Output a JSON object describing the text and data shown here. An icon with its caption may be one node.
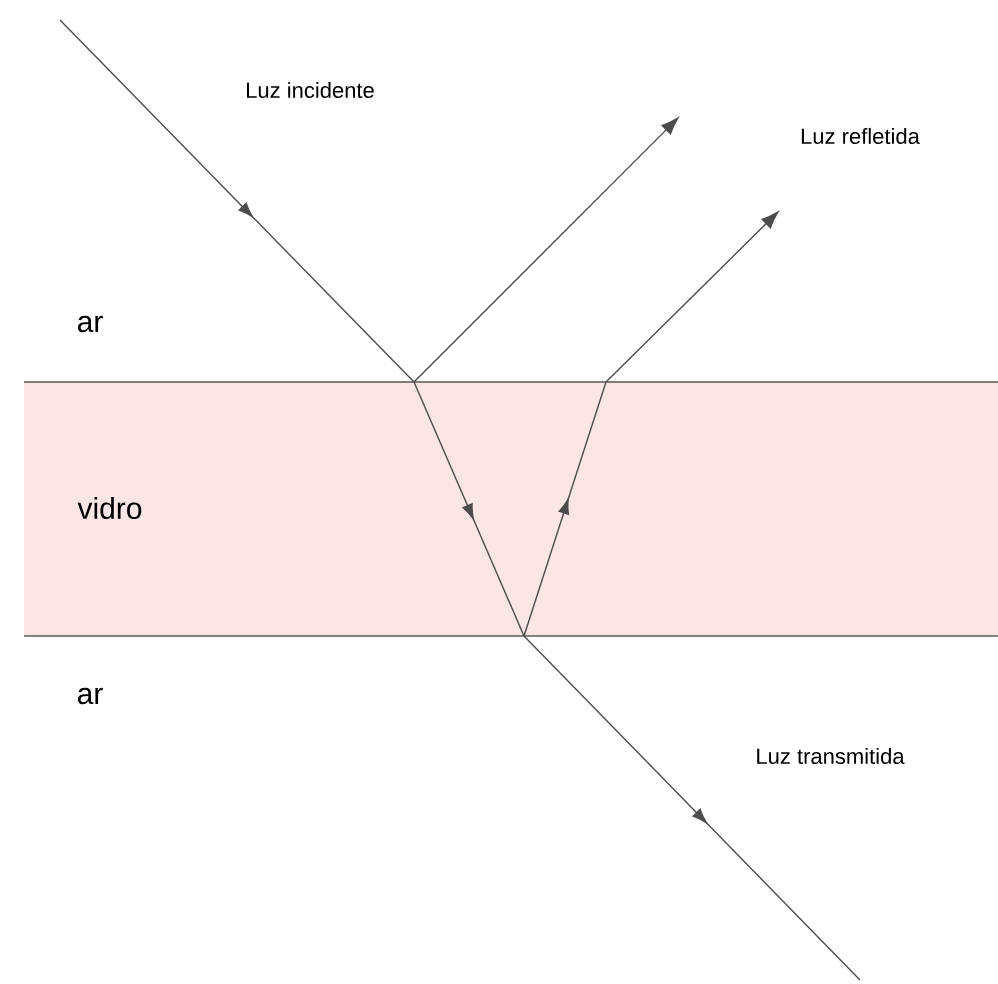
{
  "diagram": {
    "nodes": [
      {
        "text": [
          "vidro"
        ]
      }
    ],
    "edges": [],
    "labels": [
      "Luz incidente",
      "Luz refletida",
      "ar",
      "ar",
      "Luz transmitida"
    ]
  }
}
